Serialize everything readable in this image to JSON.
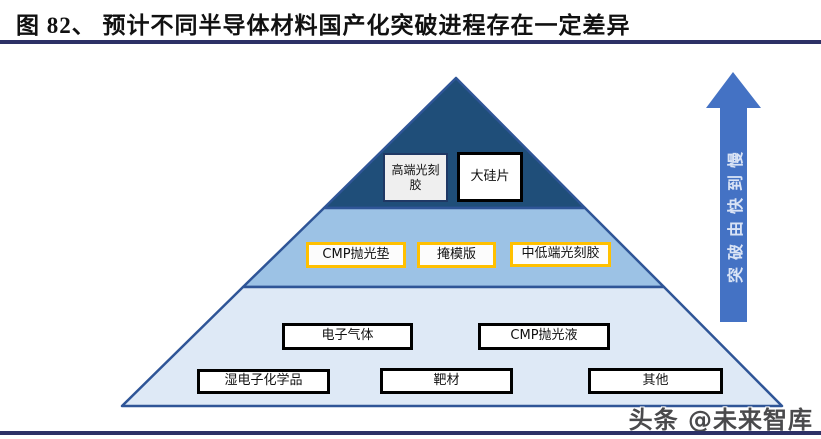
{
  "figure": {
    "title": "图 82、 预计不同半导体材料国产化突破进程存在一定差异"
  },
  "pyramid": {
    "tiers": [
      {
        "id": "top",
        "fill": "#1F4E79",
        "items": [
          "高端光刻胶",
          "大硅片"
        ]
      },
      {
        "id": "middle",
        "fill": "#9CC2E5",
        "items": [
          "CMP抛光垫",
          "掩模版",
          "中低端光刻胶"
        ]
      },
      {
        "id": "bottom",
        "fill": "#DEE9F6",
        "items": [
          "电子气体",
          "CMP抛光液",
          "湿电子化学品",
          "靶材",
          "其他"
        ]
      }
    ],
    "edge_color": "#2F5597"
  },
  "arrow": {
    "label": "突破由快到慢",
    "color": "#4472C4"
  },
  "watermark": {
    "text": "头条 @未来智库"
  },
  "colors": {
    "rule": "#2D3166",
    "gold_border": "#FFC000",
    "navy_border": "#1F3864"
  }
}
